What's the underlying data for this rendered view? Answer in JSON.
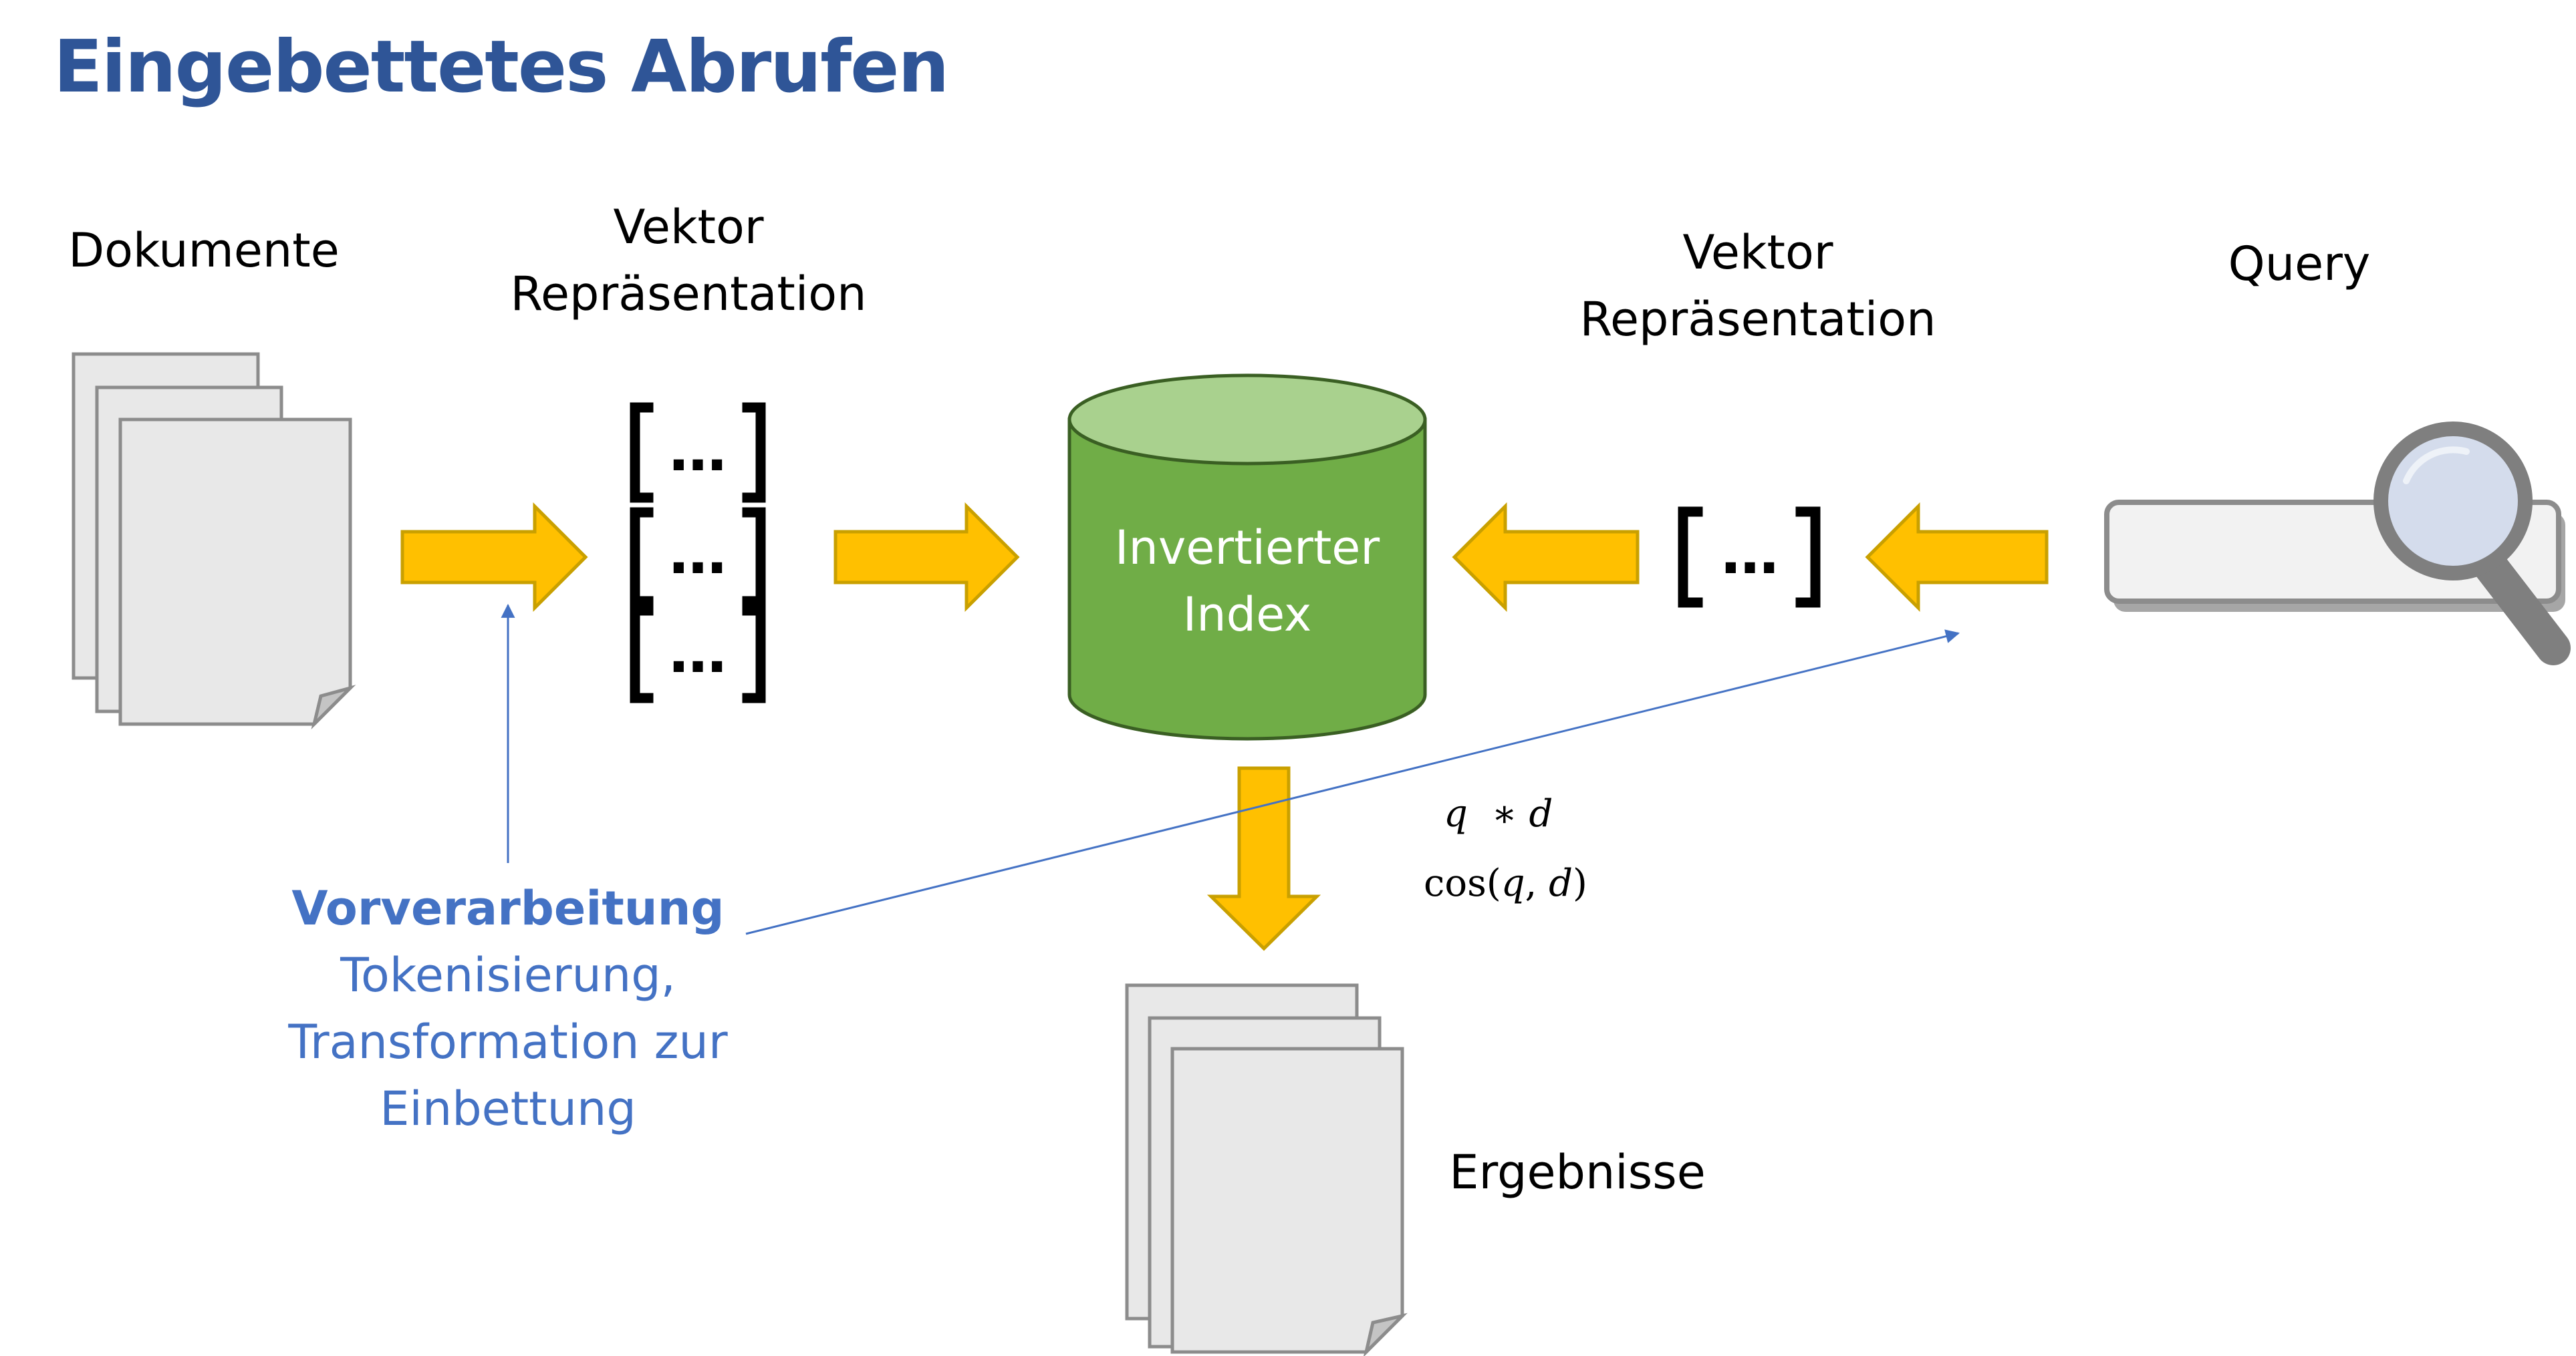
{
  "title": "Eingebettetes Abrufen",
  "labels": {
    "documents": "Dokumente",
    "vector_left_line1": "Vektor",
    "vector_left_line2": "Repräsentation",
    "vector_right_line1": "Vektor",
    "vector_right_line2": "Repräsentation",
    "query": "Query",
    "index_line1": "Invertierter",
    "index_line2": "Index",
    "results": "Ergebnisse"
  },
  "vector_glyph": "…",
  "preprocessing": {
    "heading": "Vorverarbeitung",
    "line1": "Tokenisierung,",
    "line2": "Transformation zur",
    "line3": "Einbettung"
  },
  "similarity": {
    "dot_q": "q",
    "dot_op": "∗",
    "dot_d": "d",
    "cos_func": "cos",
    "cos_q": "q",
    "cos_d": "d"
  },
  "colors": {
    "title": "#2f5597",
    "arrow_fill": "#ffc000",
    "arrow_stroke": "#c9a000",
    "cylinder_body": "#70ad47",
    "cylinder_top": "#a9d18e",
    "cylinder_stroke": "#3a5f23",
    "annotation": "#4472c4",
    "page_fill": "#e8e8e8",
    "page_stroke": "#8c8c8c"
  }
}
